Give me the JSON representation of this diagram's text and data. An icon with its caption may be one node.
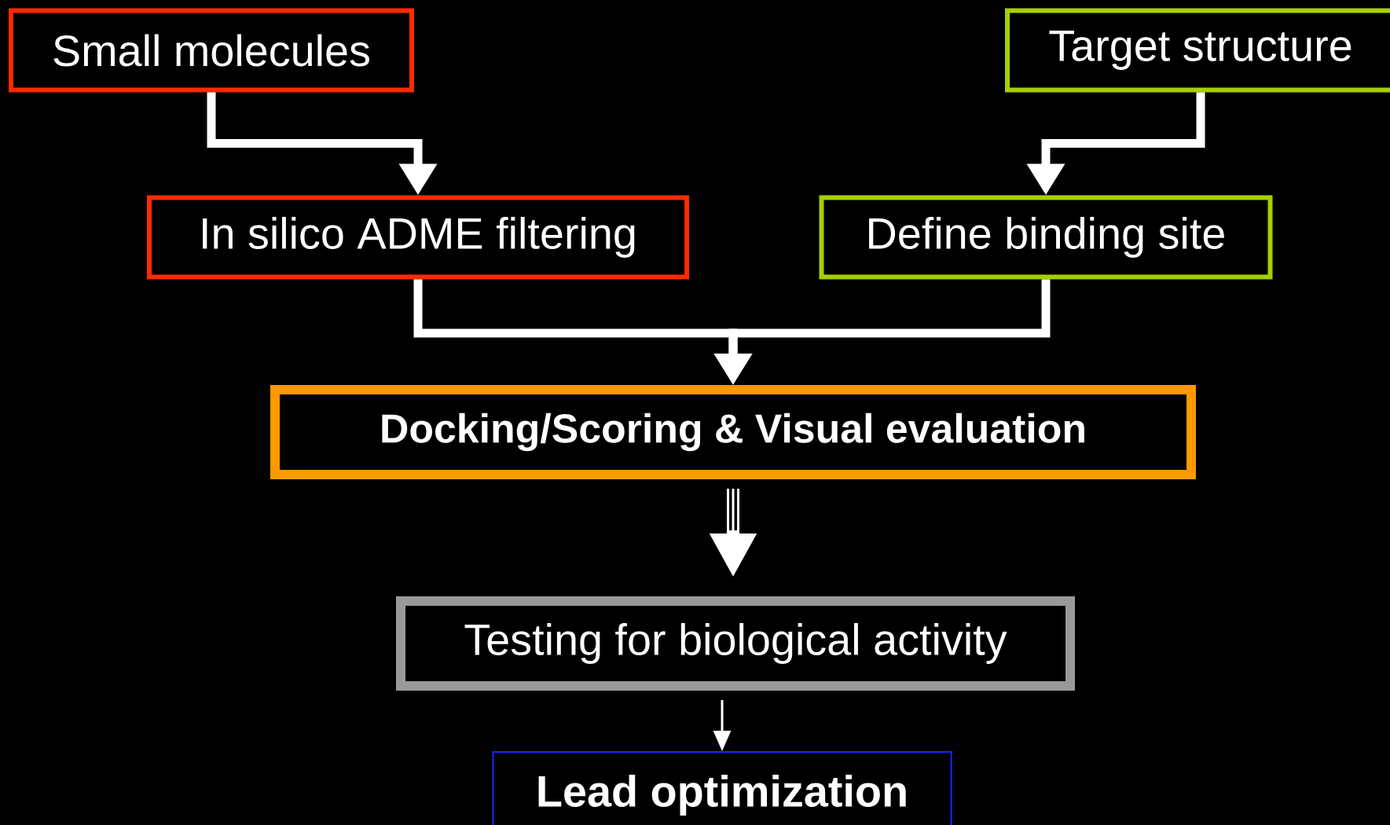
{
  "diagram": {
    "nodes": [
      {
        "text": [
          "Small molecules"
        ]
      },
      {
        "text": [
          "Target structure"
        ]
      },
      {
        "text": [
          "In silico ADME filtering"
        ]
      },
      {
        "text": [
          "Define binding site"
        ]
      },
      {
        "text": [
          "Docking/Scoring & Visual evaluation"
        ]
      },
      {
        "text": [
          "Testing for biological activity"
        ]
      },
      {
        "text": [
          "Lead optimization"
        ]
      }
    ],
    "edges": [
      {
        "from": 0,
        "to": 2,
        "arrow": "to"
      },
      {
        "from": 1,
        "to": 3,
        "arrow": "to"
      },
      {
        "from": 2,
        "to": 4,
        "arrow": "to"
      },
      {
        "from": 3,
        "to": 4,
        "arrow": "to"
      },
      {
        "from": 4,
        "to": 5,
        "arrow": "to"
      },
      {
        "from": 5,
        "to": 6,
        "arrow": "to"
      }
    ]
  }
}
